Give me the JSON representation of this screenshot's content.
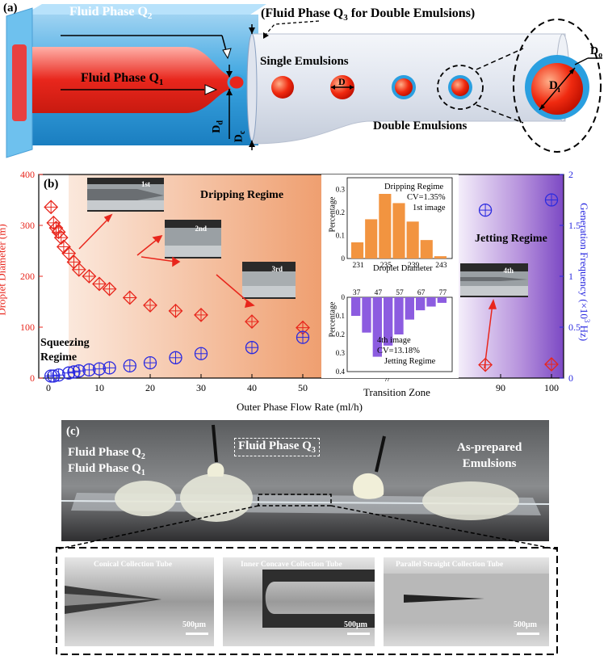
{
  "panel_a": {
    "label": "(a)",
    "fluid_q2": "Fluid Phase Q",
    "fluid_q2_sub": "2",
    "fluid_q1": "Fluid Phase Q",
    "fluid_q1_sub": "1",
    "fluid_q3": "(Fluid Phase Q",
    "fluid_q3_sub": "3",
    "fluid_q3_tail": " for Double Emulsions)",
    "single": "Single Emulsions",
    "double": "Double Emulsions",
    "dd": "D",
    "dd_sub": "d",
    "dc": "D",
    "dc_sub": "c",
    "d": "D",
    "di": "D",
    "di_sub": "i",
    "do": "D",
    "do_sub": "o"
  },
  "panel_b": {
    "label": "(b)",
    "ylabel_left": "Droplet Diameter (m)",
    "ylabel_right": "Generation Frequency (×10",
    "ylabel_right_sup": "3",
    "ylabel_right_tail": " Hz)",
    "xlabel": "Outer Phase Flow Rate (ml/h)",
    "transition": "Transition Zone",
    "regimes": [
      "Squeezing",
      "Regime",
      "Dripping Regime",
      "Jetting Regime"
    ],
    "photo_tags": [
      "1st",
      "2nd",
      "3rd",
      "4th"
    ],
    "left_ticks": [
      "0",
      "100",
      "200",
      "300",
      "400"
    ],
    "right_ticks": [
      "0",
      "0.5",
      "1",
      "1.5",
      "2"
    ],
    "x_ticks": [
      "0",
      "10",
      "20",
      "30",
      "40",
      "50",
      "90",
      "100"
    ],
    "inset_top": {
      "title": "Dripping Regime",
      "cv": "CV=1.35%",
      "img": "1st image",
      "ylabel": "Percentage",
      "xlabel": "Droplet Diameter",
      "yticks": [
        "0",
        "0.1",
        "0.2",
        "0.3"
      ],
      "xticks": [
        "231",
        "235",
        "239",
        "243"
      ]
    },
    "inset_bottom": {
      "title": "Jetting Regime",
      "cv": "CV=13.18%",
      "img": "4th image",
      "ylabel": "Percentage",
      "yticks": [
        "0",
        "0.1",
        "0.2",
        "0.3",
        "0.4"
      ],
      "xticks": [
        "37",
        "47",
        "57",
        "67",
        "77"
      ]
    }
  },
  "panel_c": {
    "label": "(c)",
    "q2": "Fluid Phase Q",
    "q2_sub": "2",
    "q1": "Fluid Phase Q",
    "q1_sub": "1",
    "q3": "Fluid Phase Q",
    "q3_sub": "3",
    "asprep1": "As-prepared",
    "asprep2": "Emulsions",
    "tubes": [
      "Conical Collection Tube",
      "Inner Concave Collection Tube",
      "Parallel Straight Collection Tube"
    ],
    "scale": "500μm"
  },
  "chart_data": [
    {
      "type": "scatter",
      "title": "",
      "xlabel": "Outer Phase Flow Rate (ml/h)",
      "ylabel": "Droplet Diameter (m)",
      "ylim": [
        0,
        400
      ],
      "series": [
        {
          "name": "Droplet Diameter",
          "color": "#e8261c",
          "x": [
            0.5,
            1,
            1.5,
            2,
            2.5,
            3,
            4,
            5,
            6,
            8,
            10,
            12,
            16,
            20,
            25,
            30,
            40,
            50,
            87,
            100
          ],
          "y": [
            336,
            305,
            295,
            287,
            276,
            258,
            245,
            228,
            213,
            200,
            185,
            175,
            158,
            143,
            132,
            124,
            111,
            99,
            26,
            27
          ]
        }
      ]
    },
    {
      "type": "scatter",
      "xlabel": "Outer Phase Flow Rate (ml/h)",
      "ylabel": "Generation Frequency (×10^3 Hz)",
      "ylim": [
        0,
        2
      ],
      "series": [
        {
          "name": "Generation Frequency",
          "color": "#2a2ae0",
          "x": [
            0.5,
            1,
            2,
            4,
            5,
            6,
            8,
            10,
            12,
            16,
            20,
            25,
            30,
            40,
            50,
            87,
            100
          ],
          "y": [
            0.02,
            0.02,
            0.03,
            0.05,
            0.06,
            0.07,
            0.08,
            0.09,
            0.1,
            0.12,
            0.15,
            0.2,
            0.24,
            0.3,
            0.4,
            1.65,
            1.75
          ]
        }
      ]
    },
    {
      "type": "bar",
      "title": "Dripping Regime",
      "xlabel": "Droplet Diameter",
      "ylabel": "Percentage",
      "categories": [
        "231",
        "233",
        "235",
        "237",
        "239",
        "241",
        "243"
      ],
      "values": [
        0.07,
        0.17,
        0.28,
        0.24,
        0.16,
        0.08,
        0.01
      ],
      "ylim": [
        0,
        0.35
      ]
    },
    {
      "type": "bar",
      "title": "Jetting Regime",
      "ylabel": "Percentage",
      "categories": [
        "37",
        "42",
        "47",
        "52",
        "57",
        "62",
        "67",
        "72",
        "77"
      ],
      "values": [
        0.1,
        0.19,
        0.32,
        0.26,
        0.2,
        0.12,
        0.07,
        0.05,
        0.03
      ],
      "ylim": [
        0,
        0.4
      ]
    }
  ]
}
